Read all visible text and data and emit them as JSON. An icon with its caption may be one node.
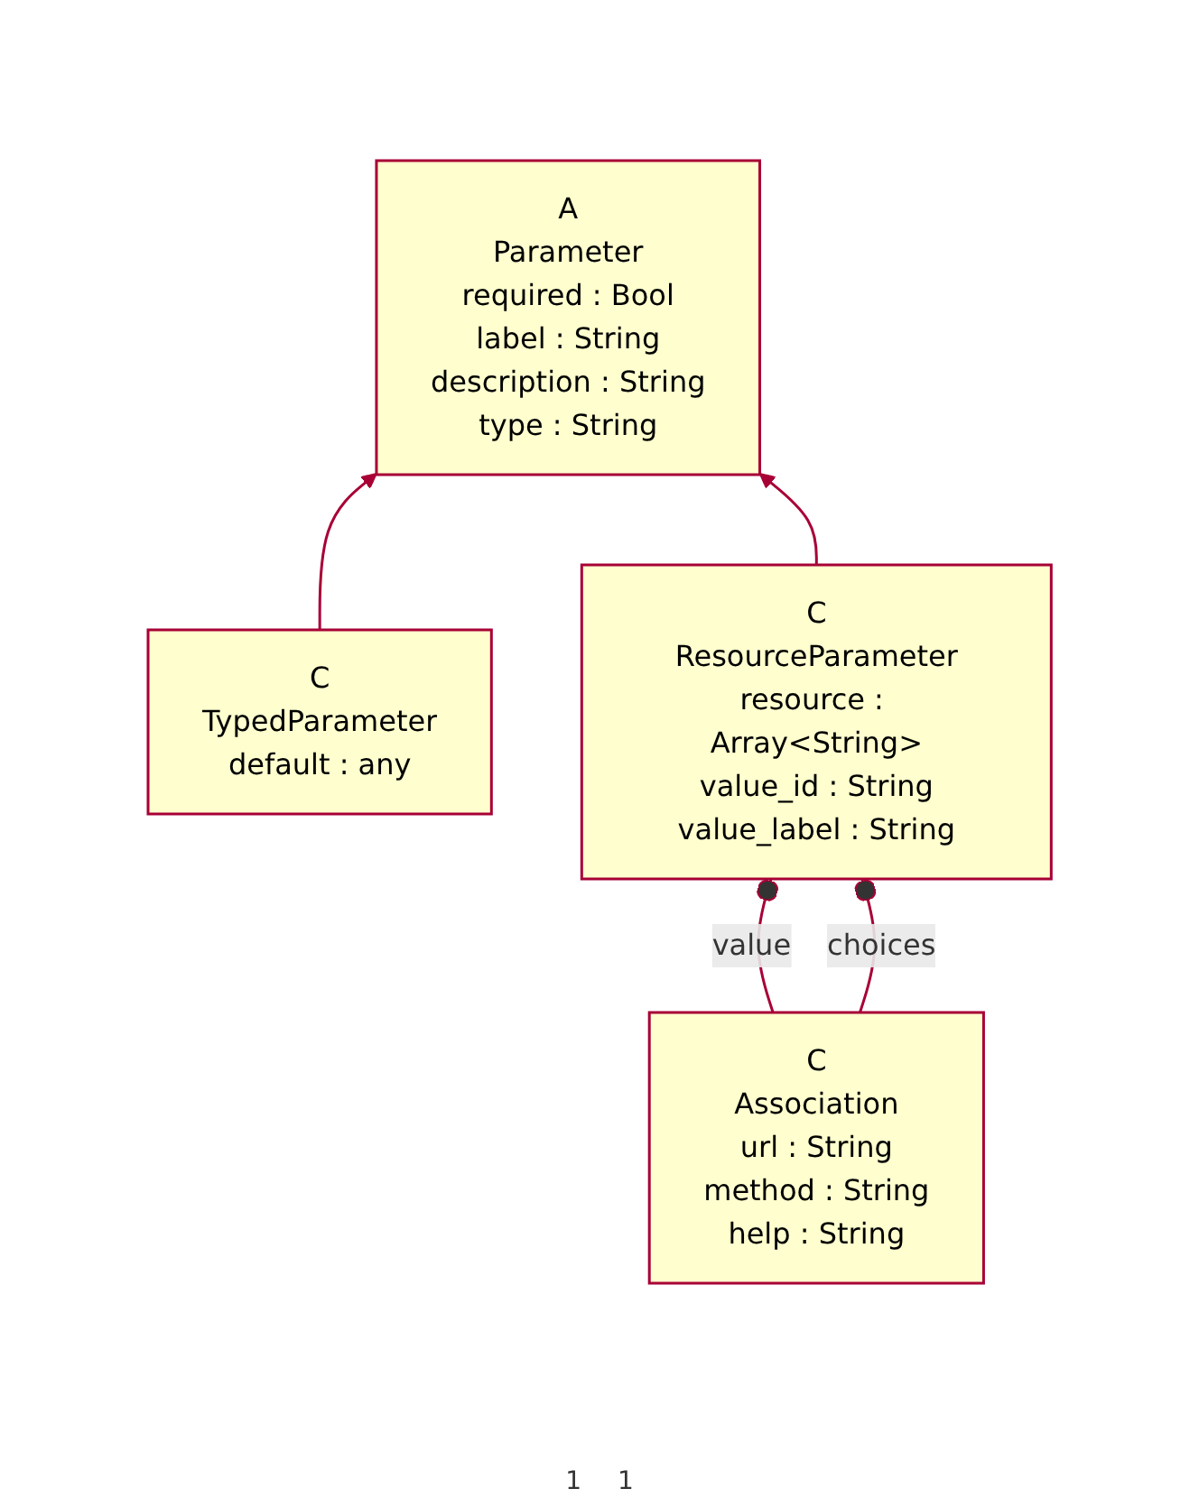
{
  "diagram": {
    "nodes": [
      {
        "text": [
          "A",
          "Parameter",
          "required : Bool",
          "label : String",
          "description : String",
          "type : String"
        ]
      },
      {
        "text": [
          "C",
          "TypedParameter",
          "default : any"
        ]
      },
      {
        "text": [
          "C",
          "ResourceParameter",
          "resource : Array<String>",
          "value_id : String",
          "value_label : String"
        ]
      },
      {
        "text": [
          "C",
          "Association",
          "url : String",
          "method : String",
          "help : String"
        ]
      }
    ],
    "edges": [
      {
        "from": 1,
        "to": 0,
        "arrow": "to"
      },
      {
        "from": 2,
        "to": 0,
        "arrow": "to"
      },
      {
        "from": 2,
        "to": 3,
        "arrow": "other",
        "label": "value"
      },
      {
        "from": 2,
        "to": 3,
        "arrow": "other",
        "label": "choices"
      }
    ],
    "labels": [
      "1",
      "1"
    ]
  }
}
